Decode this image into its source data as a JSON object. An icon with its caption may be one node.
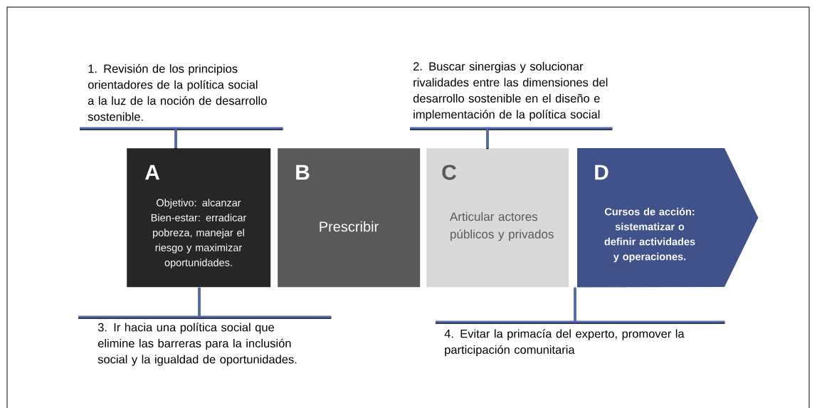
{
  "diagram": {
    "nodes": [
      {
        "text": [
          "1. Revisión de los principios orientadores de la política social a la luz de la noción de desarrollo sostenible."
        ]
      },
      {
        "text": [
          "2. Buscar sinergias y solucionar rivalidades entre las dimensiones del desarrollo sostenible en el diseño e implementación de la política social"
        ]
      },
      {
        "text": [
          "A",
          "Objetivo: alcanzar Bien-estar: erradicar pobreza, manejar el riesgo y maximizar oportunidades."
        ]
      },
      {
        "text": [
          "B",
          "Prescribir"
        ]
      },
      {
        "text": [
          "C",
          "Articular actores públicos y privados"
        ]
      },
      {
        "text": [
          "D",
          "Cursos de acción: sistematizar o definir actividades y operaciones."
        ]
      },
      {
        "text": [
          "3. Ir hacia una política social que elimine las barreras para la inclusión social y la igualdad de oportunidades."
        ]
      },
      {
        "text": [
          "4. Evitar la primacía del experto, promover la participación comunitaria"
        ]
      }
    ],
    "edges": [
      {
        "from": 0,
        "to": 2,
        "arrow": "none"
      },
      {
        "from": 1,
        "to": 4,
        "arrow": "none"
      },
      {
        "from": 6,
        "to": 2,
        "arrow": "none"
      },
      {
        "from": 7,
        "to": 5,
        "arrow": "none"
      }
    ]
  }
}
